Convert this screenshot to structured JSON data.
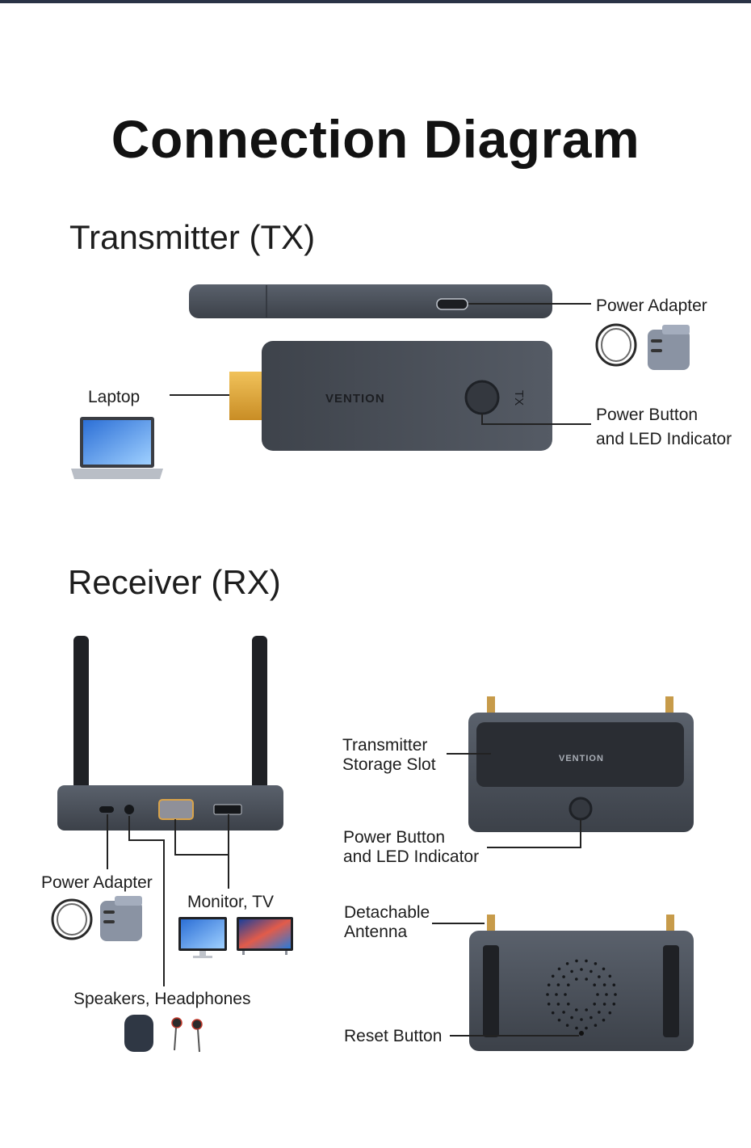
{
  "title": "Connection Diagram",
  "tx": {
    "heading": "Transmitter (TX)",
    "brand": "VENTION",
    "unit_mark": "TX",
    "labels": {
      "power_adapter": "Power Adapter",
      "laptop": "Laptop",
      "power_button_1": "Power Button",
      "power_button_2": "and LED Indicator"
    }
  },
  "rx": {
    "heading": "Receiver (RX)",
    "brand": "VENTION",
    "labels": {
      "power_adapter": "Power Adapter",
      "monitor_tv": "Monitor, TV",
      "speakers": "Speakers, Headphones",
      "storage_1": "Transmitter",
      "storage_2": "Storage Slot",
      "power_button_1": "Power Button",
      "power_button_2": "and LED Indicator",
      "antenna_1": "Detachable",
      "antenna_2": "Antenna",
      "reset": "Reset Button"
    }
  },
  "colors": {
    "device_body": "#4a505a",
    "hdmi_gold": "#e0a83a",
    "text": "#1d1d1d"
  }
}
